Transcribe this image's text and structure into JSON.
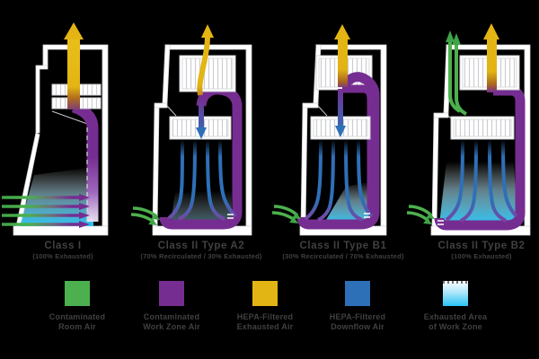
{
  "diagram_title": "Biosafety cabinet classes airflow comparison",
  "background_color": "#000000",
  "cabinets": [
    {
      "id": "class-i",
      "title": "Class I",
      "subtitle": "(100% Exhausted)"
    },
    {
      "id": "class-ii-type-a2",
      "title": "Class II Type A2",
      "subtitle": "(70% Recirculated / 30% Exhausted)"
    },
    {
      "id": "class-ii-type-b1",
      "title": "Class II Type B1",
      "subtitle": "(30% Recirculated / 70% Exhausted)"
    },
    {
      "id": "class-ii-type-b2",
      "title": "Class II Type B2",
      "subtitle": "(100% Exhausted)"
    }
  ],
  "legend": {
    "items": [
      {
        "label_line1": "Contaminated",
        "label_line2": "Room Air",
        "color": "#4db04e",
        "swatch": "solid"
      },
      {
        "label_line1": "Contaminated",
        "label_line2": "Work Zone Air",
        "color": "#762d91",
        "swatch": "solid"
      },
      {
        "label_line1": "HEPA-Filtered",
        "label_line2": "Exhausted Air",
        "color": "#e3b514",
        "swatch": "solid"
      },
      {
        "label_line1": "HEPA-Filtered",
        "label_line2": "Downflow Air",
        "color": "#2e70b8",
        "swatch": "solid"
      },
      {
        "label_line1": "Exhausted Area",
        "label_line2": "of Work Zone",
        "color": "#29c3f3",
        "swatch": "gradient"
      }
    ]
  },
  "colors": {
    "contaminated_room_air": "#4db04e",
    "contaminated_work_zone_air": "#762d91",
    "hepa_filtered_exhausted_air": "#e3b514",
    "hepa_filtered_downflow_air": "#2e70b8",
    "exhausted_work_zone": "#29c3f3",
    "label_text": "#414042",
    "cabinet_wall": "#ffffff"
  }
}
